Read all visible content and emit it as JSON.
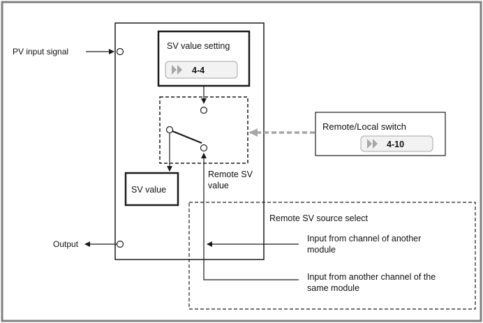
{
  "labels": {
    "pv_input_signal": "PV input signal",
    "output": "Output",
    "sv_value_setting": "SV value setting",
    "sv_value_setting_ref": "4-4",
    "sv_value": "SV value",
    "remote_sv_value_line1": "Remote SV",
    "remote_sv_value_line2": "value",
    "remote_local_switch": "Remote/Local switch",
    "remote_local_switch_ref": "4-10",
    "remote_sv_source_select": "Remote SV source select",
    "input_other_module_line1": "Input from channel of another",
    "input_other_module_line2": "module",
    "input_same_module_line1": "Input from another channel of the",
    "input_same_module_line2": "same module"
  },
  "icons": {
    "reference": "double-chevron-right-icon",
    "terminal": "terminal-circle-icon"
  },
  "colors": {
    "frame": "#7f7f7f",
    "line": "#1a1a1a",
    "link": "#a6a6a6",
    "ref_box_bg": "#f2f2f2",
    "chevron": "#a6a6a6"
  }
}
